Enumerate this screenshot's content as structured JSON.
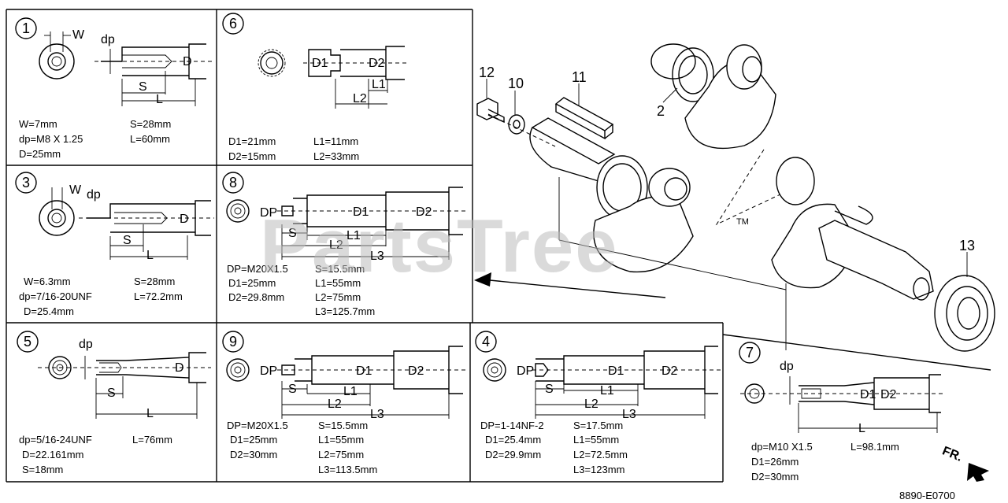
{
  "panels": [
    {
      "id": "1",
      "labels": [
        "W",
        "dp",
        "D",
        "S",
        "L"
      ],
      "specs": [
        "W=7mm",
        "S=28mm",
        "dp=M8 X 1.25",
        "L=60mm",
        "D=25mm"
      ]
    },
    {
      "id": "6",
      "labels": [
        "D1",
        "D2",
        "L1",
        "L2"
      ],
      "specs": [
        "D1=21mm",
        "L1=11mm",
        "D2=15mm",
        "L2=33mm"
      ]
    },
    {
      "id": "3",
      "labels": [
        "W",
        "dp",
        "D",
        "S",
        "L"
      ],
      "specs": [
        "W=6.3mm",
        "S=28mm",
        "dp=7/16-20UNF",
        "L=72.2mm",
        "D=25.4mm"
      ]
    },
    {
      "id": "8",
      "labels": [
        "DP",
        "D1",
        "D2",
        "S",
        "L1",
        "L2",
        "L3"
      ],
      "specs": [
        "DP=M20X1.5",
        "S=15.5mm",
        "D1=25mm",
        "L1=55mm",
        "D2=29.8mm",
        "L2=75mm",
        "L3=125.7mm"
      ]
    },
    {
      "id": "5",
      "labels": [
        "dp",
        "D",
        "S",
        "L"
      ],
      "specs": [
        "dp=5/16-24UNF",
        "L=76mm",
        "D=22.161mm",
        "S=18mm"
      ]
    },
    {
      "id": "9",
      "labels": [
        "DP",
        "D1",
        "D2",
        "S",
        "L1",
        "L2",
        "L3"
      ],
      "specs": [
        "DP=M20X1.5",
        "S=15.5mm",
        "D1=25mm",
        "L1=55mm",
        "D2=30mm",
        "L2=75mm",
        "L3=113.5mm"
      ]
    },
    {
      "id": "4",
      "labels": [
        "DP",
        "D1",
        "D2",
        "S",
        "L1",
        "L2",
        "L3"
      ],
      "specs": [
        "DP=1-14NF-2",
        "S=17.5mm",
        "D1=25.4mm",
        "L1=55mm",
        "D2=29.9mm",
        "L2=72.5mm",
        "L3=123mm"
      ]
    },
    {
      "id": "7",
      "labels": [
        "dp",
        "D1",
        "D2",
        "L"
      ],
      "specs": [
        "dp=M10 X1.5",
        "L=98.1mm",
        "D1=26mm",
        "D2=30mm"
      ]
    }
  ],
  "callouts": [
    "12",
    "10",
    "11",
    "2",
    "13"
  ],
  "watermark": "PartsTree",
  "trademark": "TM",
  "direction": "FR.",
  "ref_code": "8890-E0700"
}
